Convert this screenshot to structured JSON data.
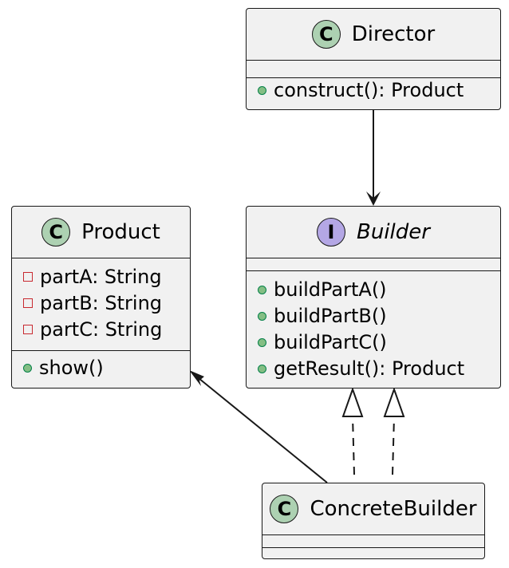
{
  "colors": {
    "class_fill": "#f1f1f1",
    "border": "#181818",
    "class_circle": "#add1b2",
    "interface_circle": "#b4a7e5",
    "public_dot": "#84be84",
    "private_box": "#c82930"
  },
  "classes": {
    "director": {
      "stereotype_letter": "C",
      "name": "Director",
      "fields": [],
      "methods": [
        {
          "visibility": "public",
          "text": "construct(): Product"
        }
      ]
    },
    "product": {
      "stereotype_letter": "C",
      "name": "Product",
      "fields": [
        {
          "visibility": "private",
          "text": "partA: String"
        },
        {
          "visibility": "private",
          "text": "partB: String"
        },
        {
          "visibility": "private",
          "text": "partC: String"
        }
      ],
      "methods": [
        {
          "visibility": "public",
          "text": "show()"
        }
      ]
    },
    "builder": {
      "stereotype_letter": "I",
      "name": "Builder",
      "fields": [],
      "methods": [
        {
          "visibility": "public",
          "text": "buildPartA()"
        },
        {
          "visibility": "public",
          "text": "buildPartB()"
        },
        {
          "visibility": "public",
          "text": "buildPartC()"
        },
        {
          "visibility": "public",
          "text": "getResult(): Product"
        }
      ]
    },
    "concrete_builder": {
      "stereotype_letter": "C",
      "name": "ConcreteBuilder",
      "fields": [],
      "methods": []
    }
  },
  "relations": [
    {
      "from": "Director",
      "to": "Builder",
      "type": "association"
    },
    {
      "from": "ConcreteBuilder",
      "to": "Product",
      "type": "association"
    },
    {
      "from": "ConcreteBuilder",
      "to": "Builder",
      "type": "realization"
    },
    {
      "from": "ConcreteBuilder",
      "to": "Builder",
      "type": "realization"
    }
  ]
}
